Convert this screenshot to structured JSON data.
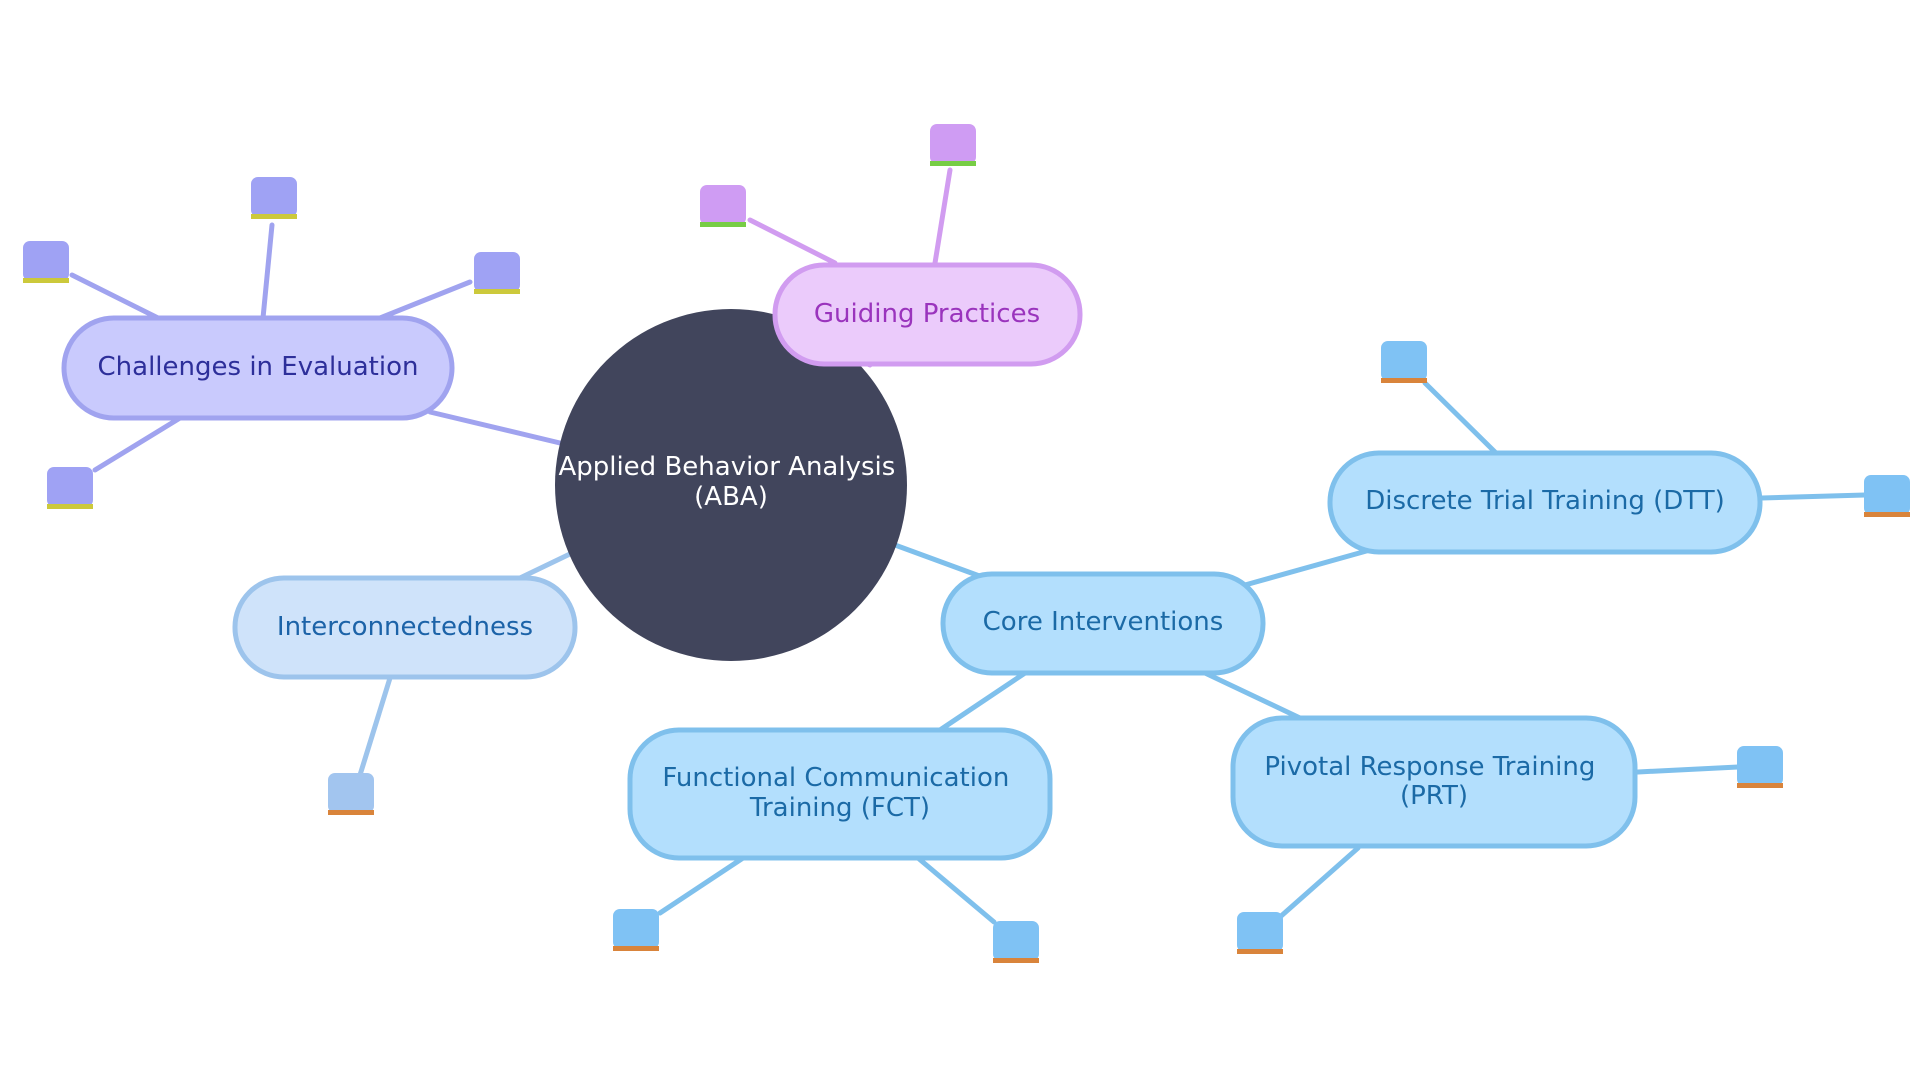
{
  "colors": {
    "background": "#ffffff",
    "root_fill": "#41455c",
    "root_text": "#ffffff",
    "core_fill": "#b3dffd",
    "core_stroke": "#7fc0ec",
    "core_text": "#1b6aa6",
    "inter_fill": "#cfe3fa",
    "inter_stroke": "#9dc4ec",
    "inter_text": "#1c63a8",
    "challenge_fill": "#c9cafd",
    "challenge_stroke": "#a0a3ef",
    "challenge_text": "#2d2f9a",
    "guide_fill": "#ebcbfb",
    "guide_stroke": "#d19cf0",
    "guide_text": "#9a34bd",
    "leaf_blue": "#7fc2f4",
    "leaf_blue_light": "#a2c5ef",
    "leaf_indigo": "#9fa2f4",
    "leaf_violet": "#cf9cf3",
    "accent_orange": "#d9843b",
    "accent_yellow": "#ccc93b",
    "accent_green": "#77cd45"
  },
  "root": {
    "lines": [
      "Applied Behavior Analysis",
      "(ABA)"
    ]
  },
  "branches": {
    "core": {
      "lines": [
        "Core Interventions"
      ]
    },
    "interconnectedness": {
      "lines": [
        "Interconnectedness"
      ]
    },
    "challenges": {
      "lines": [
        "Challenges in Evaluation"
      ]
    },
    "guiding": {
      "lines": [
        "Guiding Practices"
      ]
    }
  },
  "subtopics": {
    "dtt": {
      "lines": [
        "Discrete Trial Training (DTT)"
      ]
    },
    "fct": {
      "lines": [
        "Functional Communication",
        "Training (FCT)"
      ]
    },
    "prt": {
      "lines": [
        "Pivotal Response Training",
        "(PRT)"
      ]
    }
  }
}
